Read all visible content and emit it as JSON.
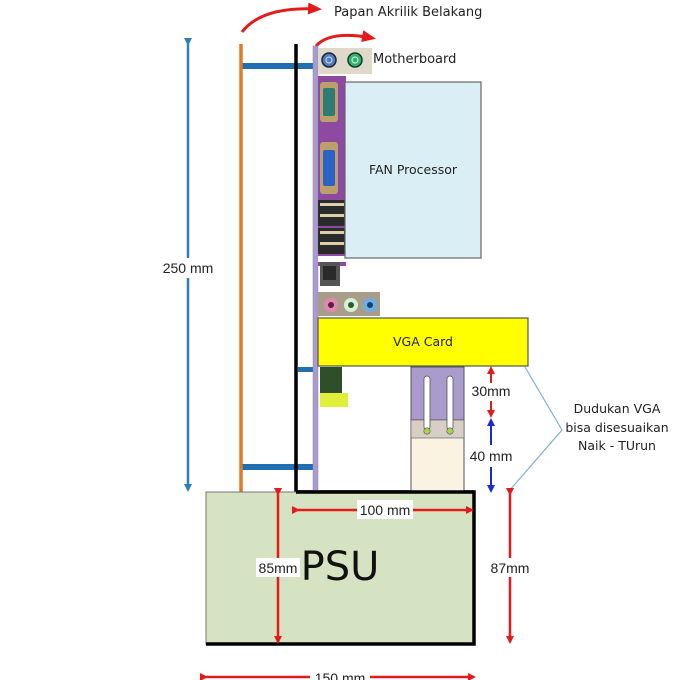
{
  "title_labels": {
    "rear_acrylic_panel": "Papan Akrilik Belakang",
    "motherboard": "Motherboard"
  },
  "components": {
    "fan_processor": "FAN Processor",
    "vga_card": "VGA Card",
    "psu": "PSU"
  },
  "dimensions": {
    "height_250": "250 mm",
    "vga_gap_30": "30mm",
    "vga_mount_40": "40 mm",
    "width_100": "100 mm",
    "psu_85": "85mm",
    "psu_87": "87mm",
    "width_150": "150 mm"
  },
  "note": {
    "line1": "Dudukan VGA",
    "line2": "bisa disesuaikan",
    "line3": "Naik - TUrun"
  },
  "colors": {
    "acrylic_panel": "#e07b24",
    "frame": "#000000",
    "standoff": "#1f6fb2",
    "motherboard_edge": "#a99ccc",
    "fan_box": "#daeef5",
    "vga_card": "#ffff00",
    "vga_mount_upper": "#a99ccc",
    "vga_mount_lower": "#fbf3e2",
    "psu": "#d6e3c3",
    "dimension_red": "#e31b1b",
    "dimension_blue": "#1a2ad6",
    "dimension_250": "#2c7fb8",
    "note_line": "#7fb2d1"
  }
}
